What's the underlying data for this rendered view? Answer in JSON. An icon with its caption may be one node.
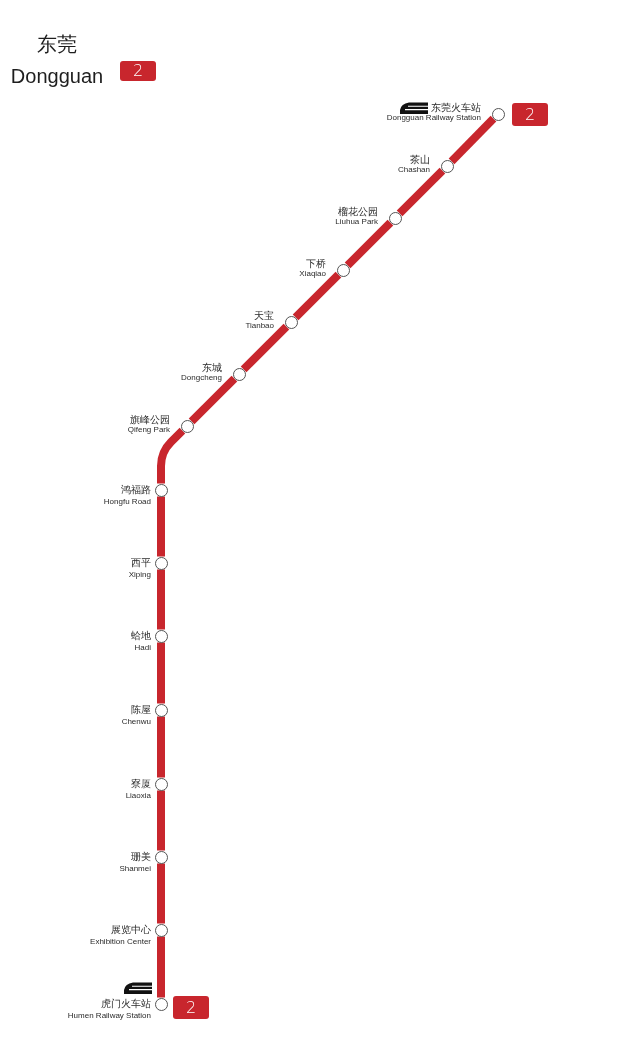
{
  "diagram": {
    "title": "东莞 Dongguan",
    "nodes": [
      {
        "text": [
          "2"
        ]
      },
      {
        "text": [],
        "shape": "circle",
        "beside": [
          "东莞火车站",
          "Dongguan Railway Station"
        ]
      },
      {
        "text": [
          "2"
        ]
      },
      {
        "text": [],
        "shape": "circle",
        "beside": [
          "茶山",
          "Chashan"
        ]
      },
      {
        "text": [],
        "shape": "circle",
        "beside": [
          "榴花公园",
          "Liuhua Park"
        ]
      },
      {
        "text": [],
        "shape": "circle",
        "beside": [
          "下桥",
          "Xiaqiao"
        ]
      },
      {
        "text": [],
        "shape": "circle",
        "beside": [
          "天宝",
          "Tianbao"
        ]
      },
      {
        "text": [],
        "shape": "circle",
        "beside": [
          "东城",
          "Dongcheng"
        ]
      },
      {
        "text": [],
        "shape": "circle",
        "beside": [
          "旗峰公园",
          "Qifeng Park"
        ]
      },
      {
        "text": [],
        "shape": "circle",
        "beside": [
          "鸿福路",
          "Hongfu Road"
        ]
      },
      {
        "text": [],
        "shape": "circle",
        "beside": [
          "西平",
          "Xiping"
        ]
      },
      {
        "text": [],
        "shape": "circle",
        "beside": [
          "蛤地",
          "Hadi"
        ]
      },
      {
        "text": [],
        "shape": "circle",
        "beside": [
          "陈屋",
          "Chenwu"
        ]
      },
      {
        "text": [],
        "shape": "circle",
        "beside": [
          "寮厦",
          "Liaoxia"
        ]
      },
      {
        "text": [],
        "shape": "circle",
        "beside": [
          "珊美",
          "Shanmei"
        ]
      },
      {
        "text": [],
        "shape": "circle",
        "beside": [
          "展览中心",
          "Exhibition Center"
        ]
      },
      {
        "text": [],
        "shape": "circle",
        "beside": [
          "虎门火车站",
          "Humen Railway Station"
        ]
      },
      {
        "text": [
          "2"
        ]
      }
    ],
    "edges": [
      {
        "from": 1,
        "to": 3,
        "arrow": "none"
      },
      {
        "from": 3,
        "to": 4,
        "arrow": "none"
      },
      {
        "from": 4,
        "to": 5,
        "arrow": "none"
      },
      {
        "from": 5,
        "to": 6,
        "arrow": "none"
      },
      {
        "from": 6,
        "to": 7,
        "arrow": "none"
      },
      {
        "from": 7,
        "to": 8,
        "arrow": "none"
      },
      {
        "from": 8,
        "to": 9,
        "arrow": "none"
      },
      {
        "from": 9,
        "to": 10,
        "arrow": "none"
      },
      {
        "from": 10,
        "to": 11,
        "arrow": "none"
      },
      {
        "from": 11,
        "to": 12,
        "arrow": "none"
      },
      {
        "from": 12,
        "to": 13,
        "arrow": "none"
      },
      {
        "from": 13,
        "to": 14,
        "arrow": "none"
      },
      {
        "from": 14,
        "to": 15,
        "arrow": "none"
      },
      {
        "from": 15,
        "to": 16,
        "arrow": "none"
      }
    ]
  }
}
